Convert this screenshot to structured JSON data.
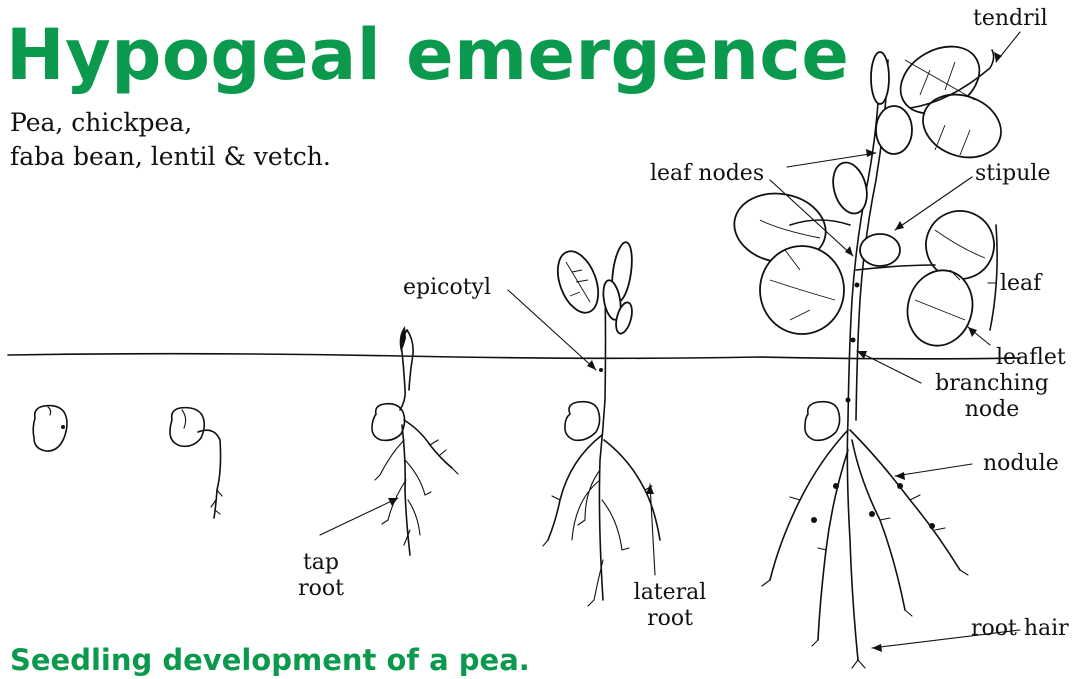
{
  "title": "Hypogeal emergence",
  "subtitle_lines": [
    "Pea, chickpea,",
    "faba bean, lentil & vetch."
  ],
  "caption": "Seedling development of a pea.",
  "labels": {
    "tendril": "tendril",
    "leaf_nodes": "leaf nodes",
    "stipule": "stipule",
    "epicotyl": "epicotyl",
    "leaf": "leaf",
    "leaflet": "leaflet",
    "branching_node": [
      "branching",
      "node"
    ],
    "nodule": "nodule",
    "tap_root": [
      "tap",
      "root"
    ],
    "lateral_root": [
      "lateral",
      "root"
    ],
    "root_hair": "root hair"
  },
  "colors": {
    "title_green": "#0b9a4d",
    "ink": "#111111"
  }
}
